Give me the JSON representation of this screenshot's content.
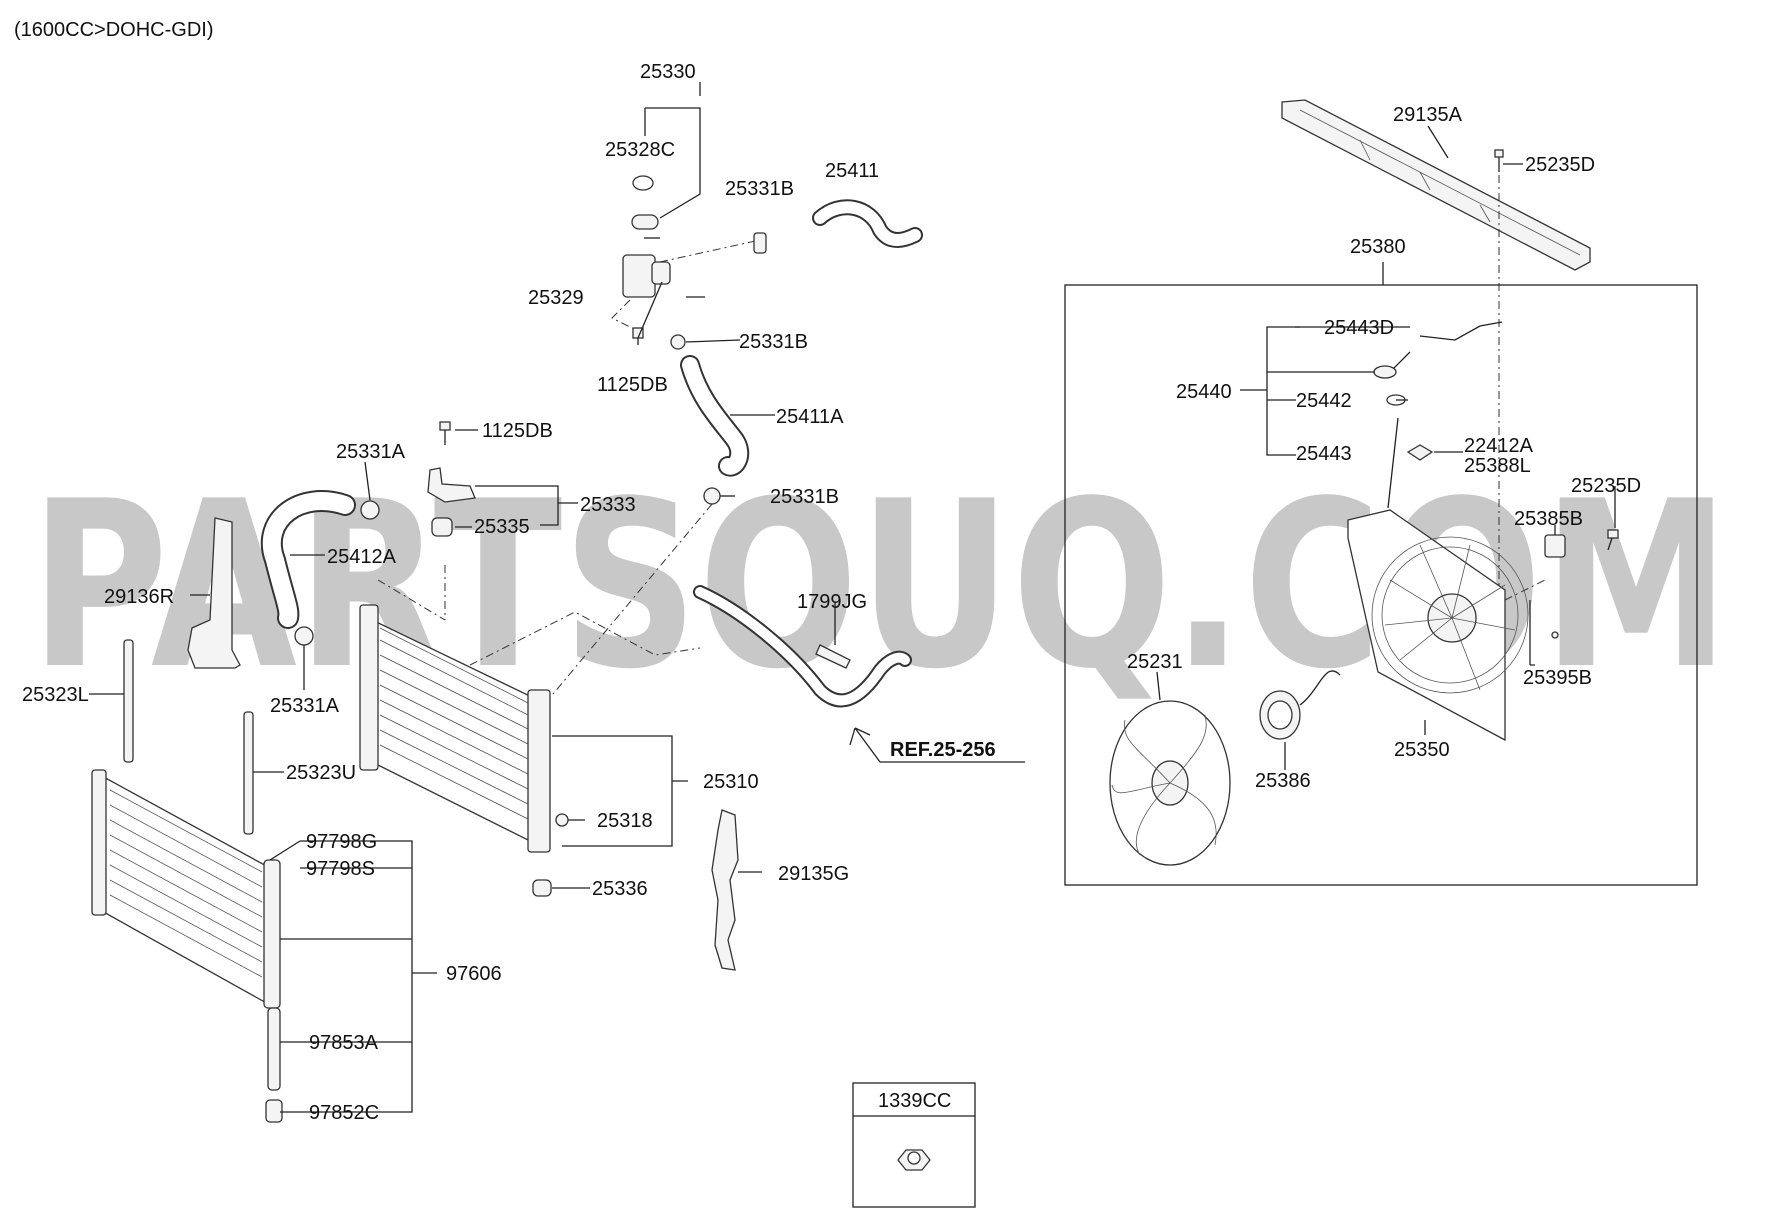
{
  "header": {
    "title": "(1600CC>DOHC-GDI)"
  },
  "watermark": {
    "text": "PARTSOUQ.COM"
  },
  "reference": {
    "text": "REF.25-256"
  },
  "legend_box": {
    "part_no": "1339CC"
  },
  "labels": {
    "p25330": "25330",
    "p25328C": "25328C",
    "p25331B_top": "25331B",
    "p25411": "25411",
    "p25329": "25329",
    "p25331B_mid": "25331B",
    "p1125DB_top": "1125DB",
    "p25411A": "25411A",
    "p1125DB": "1125DB",
    "p25331A_top": "25331A",
    "p25333": "25333",
    "p25335": "25335",
    "p25331B_low": "25331B",
    "p25412A": "25412A",
    "p29136R": "29136R",
    "p1799JG": "1799JG",
    "p25323L": "25323L",
    "p25331A_low": "25331A",
    "p25310": "25310",
    "p25323U": "25323U",
    "p25318": "25318",
    "p97798G": "97798G",
    "p29135G": "29135G",
    "p97798S": "97798S",
    "p25336": "25336",
    "p97606": "97606",
    "p97853A": "97853A",
    "p97852C": "97852C",
    "p29135A": "29135A",
    "p25235D_top": "25235D",
    "p25380": "25380",
    "p25443D": "25443D",
    "p25440": "25440",
    "p25442": "25442",
    "p22412A": "22412A",
    "p25443": "25443",
    "p25388L": "25388L",
    "p25235D_mid": "25235D",
    "p25385B": "25385B",
    "p25231": "25231",
    "p25395B": "25395B",
    "p25350": "25350",
    "p25386": "25386"
  }
}
